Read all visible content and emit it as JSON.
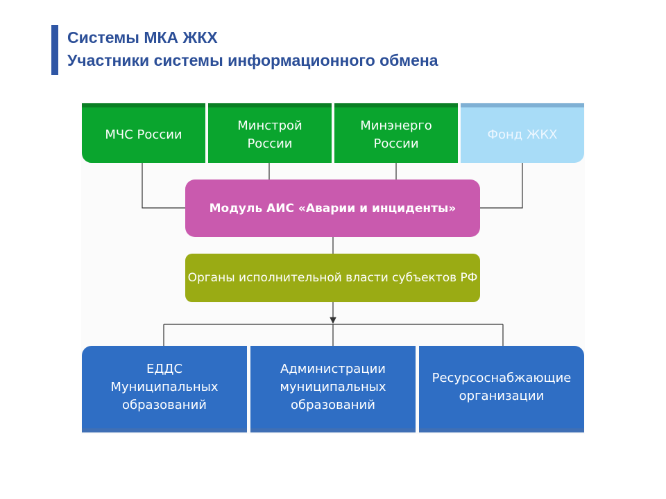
{
  "header": {
    "title_line1": "Системы МКА ЖКХ",
    "title_line2": "Участники системы информационного обмена"
  },
  "diagram": {
    "top_row": [
      {
        "label": "МЧС России"
      },
      {
        "label": "Минстрой\nРоссии"
      },
      {
        "label": "Минэнерго\nРоссии"
      },
      {
        "label": "Фонд ЖКХ"
      }
    ],
    "central_module": "Модуль АИС «Аварии и инциденты»",
    "regional_authorities": "Органы исполнительной власти субъектов РФ",
    "bottom_row": [
      {
        "label": "ЕДДС\nМуниципальных\nобразований"
      },
      {
        "label": "Администрации\nмуниципальных\nобразований"
      },
      {
        "label": "Ресурсоснабжающие\nорганизации"
      }
    ]
  },
  "colors": {
    "title": "#2b4e97",
    "federal_green": "#0aa52e",
    "fund_lightblue": "#a8dcf7",
    "module_magenta": "#c95aae",
    "regional_olive": "#9aab14",
    "municipal_blue": "#2f6ec4"
  }
}
